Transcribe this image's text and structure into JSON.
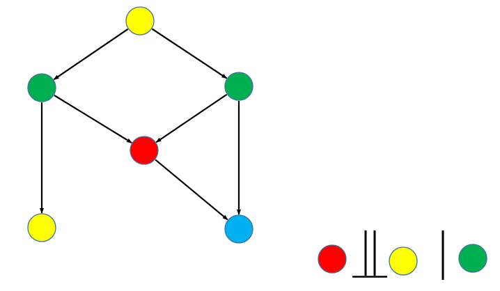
{
  "graph": {
    "nodes": [
      {
        "id": "top",
        "color": "#FFFF00"
      },
      {
        "id": "left",
        "color": "#00B050"
      },
      {
        "id": "right",
        "color": "#00B050"
      },
      {
        "id": "center",
        "color": "#FF0000"
      },
      {
        "id": "bottom-left",
        "color": "#FFFF00"
      },
      {
        "id": "bottom-right",
        "color": "#00B0F0"
      }
    ],
    "edges": [
      [
        "top",
        "left"
      ],
      [
        "top",
        "right"
      ],
      [
        "left",
        "center"
      ],
      [
        "right",
        "center"
      ],
      [
        "left",
        "bottom-left"
      ],
      [
        "right",
        "bottom-right"
      ],
      [
        "center",
        "bottom-right"
      ]
    ]
  },
  "independence_statement": {
    "left_node_color": "#FF0000",
    "middle_node_color": "#FFFF00",
    "right_node_color": "#00B050",
    "relation": "independent-given"
  },
  "colors": {
    "edge": "#000000",
    "node_border": "#41719C"
  }
}
